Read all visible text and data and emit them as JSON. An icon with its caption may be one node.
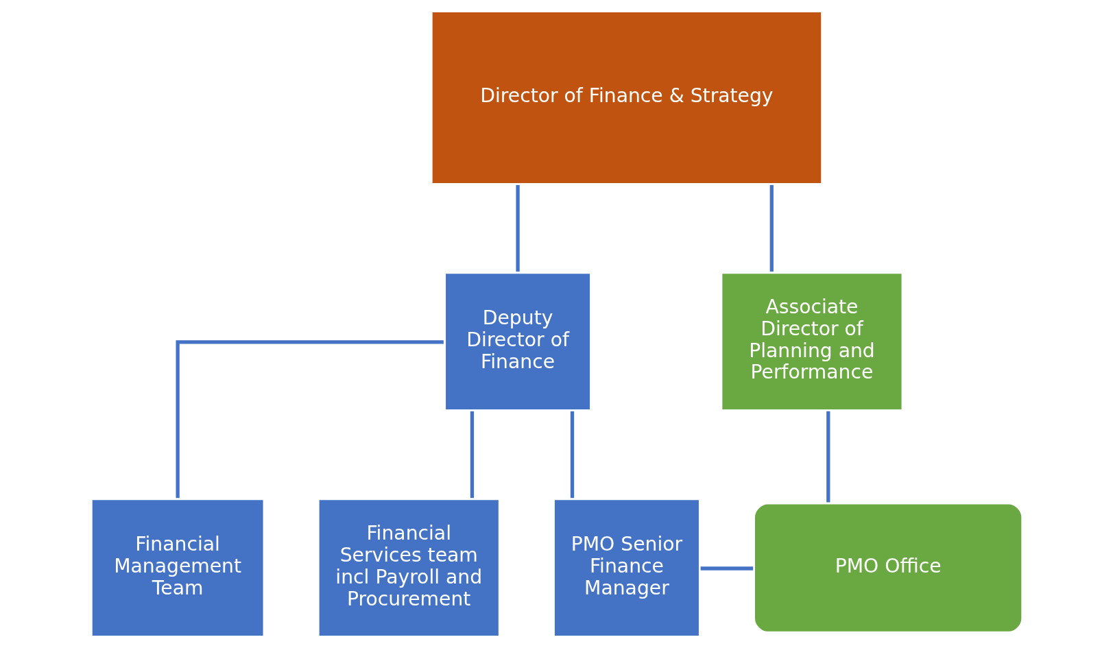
{
  "diagram": {
    "nodes": [
      {
        "text": [
          "Director of Finance & Strategy"
        ]
      },
      {
        "text": [
          "Deputy Director of Finance"
        ]
      },
      {
        "text": [
          "Associate Director of Planning and Performance"
        ]
      },
      {
        "text": [
          "Financial Management Team"
        ]
      },
      {
        "text": [
          "Financial Services team incl Payroll and Procurement"
        ]
      },
      {
        "text": [
          "PMO Senior Finance Manager"
        ]
      },
      {
        "text": [
          "PMO Office"
        ]
      }
    ],
    "edges": [
      {
        "from": 0,
        "to": 1,
        "arrow": "none"
      },
      {
        "from": 0,
        "to": 2,
        "arrow": "none"
      },
      {
        "from": 1,
        "to": 3,
        "arrow": "none"
      },
      {
        "from": 1,
        "to": 4,
        "arrow": "none"
      },
      {
        "from": 1,
        "to": 5,
        "arrow": "none"
      },
      {
        "from": 2,
        "to": 6,
        "arrow": "none"
      },
      {
        "from": 5,
        "to": 6,
        "arrow": "none"
      }
    ]
  }
}
